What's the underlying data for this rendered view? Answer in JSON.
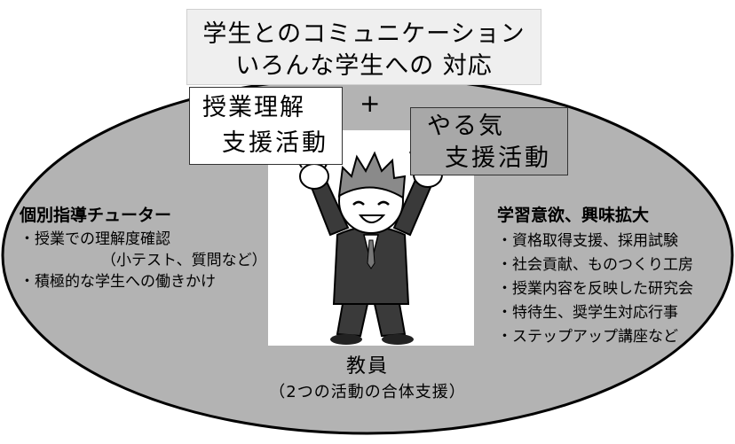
{
  "header": {
    "line1": "学生とのコミュニケーション",
    "line2": "いろんな学生への 対応"
  },
  "box_left": {
    "line1": "授業理解",
    "line2": "支援活動"
  },
  "plus": "+",
  "box_right": {
    "line1": "やる気",
    "line2": "支援活動"
  },
  "left_panel": {
    "heading": "個別指導チューター",
    "items": [
      "・授業での理解度確認",
      "（小テスト、質問など）",
      "・積極的な学生への働きかけ"
    ]
  },
  "right_panel": {
    "heading": "学習意欲、興味拡大",
    "items": [
      "・資格取得支援、採用試験",
      "・社会貢献、ものつくり工房",
      "・授業内容を反映した研究会",
      "・特待生、奨学生対応行事",
      "・ステップアップ講座など"
    ]
  },
  "teacher": {
    "label": "教員",
    "caption": "（2つの活動の合体支援）"
  },
  "colors": {
    "ellipse_fill": "#b3b3b3",
    "header_fill": "#efefef",
    "right_box_fill": "#a8a8a8",
    "suit": "#3a3a3a"
  },
  "icons": [
    "teacher-illustration"
  ]
}
